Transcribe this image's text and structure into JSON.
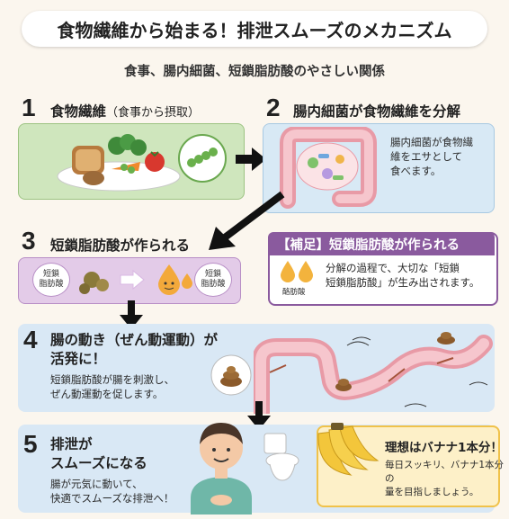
{
  "header": {
    "title": "食物繊維から始まる！排泄スムーズのメカニズム",
    "subtitle": "食事、腸内細菌、短鎖脂肪酸のやさしい関係"
  },
  "step1": {
    "number": "1",
    "title": "食物繊維",
    "title_sub": "（食事から摂取）"
  },
  "step2": {
    "number": "2",
    "title": "腸内細菌が食物繊維を分解",
    "desc_lines": [
      "腸内細菌が食物繊",
      "維をエサとして",
      "食べます。"
    ]
  },
  "step3": {
    "number": "3",
    "title": "短鎖脂肪酸が作られる",
    "tag_left": [
      "短鎖",
      "脂肪酸"
    ],
    "tag_right": [
      "短鎖",
      "脂肪酸"
    ]
  },
  "note": {
    "title": "【補足】短鎖脂肪酸が作られる",
    "drop_label": "酪肪酸",
    "lines": [
      "分解の過程で、大切な「短鎖",
      "短鎖脂肪酸」が生み出されます。"
    ]
  },
  "step4": {
    "number": "4",
    "title_lines": [
      "腸の動き（ぜん動運動）が",
      "活発に！"
    ],
    "desc_lines": [
      "短鎖脂肪酸が腸を刺激し、",
      "ぜん動運動を促します。"
    ]
  },
  "step5": {
    "number": "5",
    "title_lines": [
      "排泄が",
      "スムーズになる"
    ],
    "desc_lines": [
      "腸が元気に動いて、",
      "快適でスムーズな排泄へ！"
    ]
  },
  "banana": {
    "title": "理想はバナナ1本分！",
    "lines": [
      "毎日スッキリ、バナナ1本分の",
      "量を目指しましょう。"
    ]
  },
  "colors": {
    "green": "#cfe6bd",
    "blue": "#d8e9f5",
    "purple": "#8a5a9e",
    "intestine": "#e89aa6",
    "banana": "#f3c63b"
  }
}
